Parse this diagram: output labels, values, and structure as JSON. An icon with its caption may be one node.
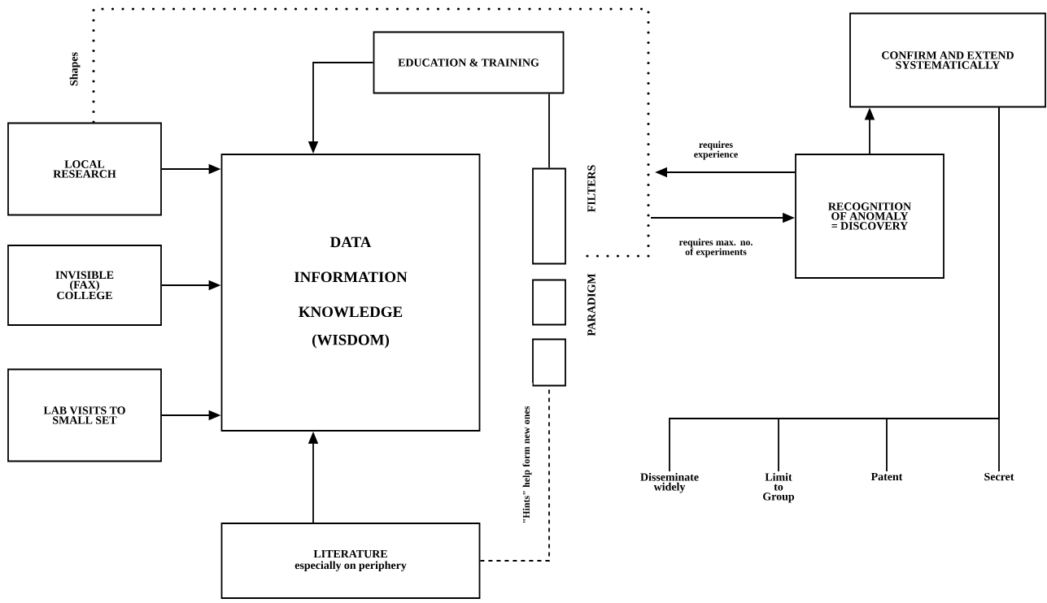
{
  "diagram": {
    "nodes": [
      {
        "text": [
          "EDUCATION & TRAINING"
        ]
      },
      {
        "text": [
          "LOCAL RESEARCH"
        ]
      },
      {
        "text": [
          "INVISIBLE (FAX) COLLEGE"
        ]
      },
      {
        "text": [
          "LAB VISITS TO SMALL SET"
        ]
      },
      {
        "text": [
          "DATA",
          "INFORMATION",
          "KNOWLEDGE",
          "(WISDOM)"
        ]
      },
      {
        "text": [
          "LITERATURE",
          "especially on periphery"
        ]
      },
      {
        "text": [],
        "shape": "box"
      },
      {
        "text": [],
        "shape": "box"
      },
      {
        "text": [],
        "shape": "box"
      },
      {
        "text": [
          "RECOGNITION OF ANOMALY = DISCOVERY"
        ]
      },
      {
        "text": [
          "CONFIRM AND EXTEND SYSTEMATICALLY"
        ]
      },
      {
        "text": [
          "Disseminate widely"
        ]
      },
      {
        "text": [
          "Limit to Group"
        ]
      },
      {
        "text": [
          "Patent"
        ]
      },
      {
        "text": [
          "Secret"
        ]
      }
    ],
    "edges": [
      {
        "from": 0,
        "to": 4,
        "arrow": "to"
      },
      {
        "from": 0,
        "to": 6,
        "arrow": "none"
      },
      {
        "from": 1,
        "to": 4,
        "arrow": "to"
      },
      {
        "from": 2,
        "to": 4,
        "arrow": "to"
      },
      {
        "from": 3,
        "to": 4,
        "arrow": "to"
      },
      {
        "from": 5,
        "to": 4,
        "arrow": "to"
      },
      {
        "from": 5,
        "to": 8,
        "arrow": "none",
        "style": "dashed",
        "label": "\"Hints\" help form new ones"
      },
      {
        "from": 9,
        "to": null,
        "arrow": "to",
        "label": "requires experience"
      },
      {
        "from": null,
        "to": 9,
        "arrow": "to",
        "label": "requires max. no. of experiments"
      },
      {
        "from": 9,
        "to": 10,
        "arrow": "to"
      },
      {
        "from": 10,
        "to": 11,
        "arrow": "none"
      },
      {
        "from": 10,
        "to": 12,
        "arrow": "none"
      },
      {
        "from": 10,
        "to": 13,
        "arrow": "none"
      },
      {
        "from": 10,
        "to": 14,
        "arrow": "none"
      }
    ],
    "labels": [
      "Shapes",
      "PARADIGM",
      "FILTERS"
    ]
  }
}
